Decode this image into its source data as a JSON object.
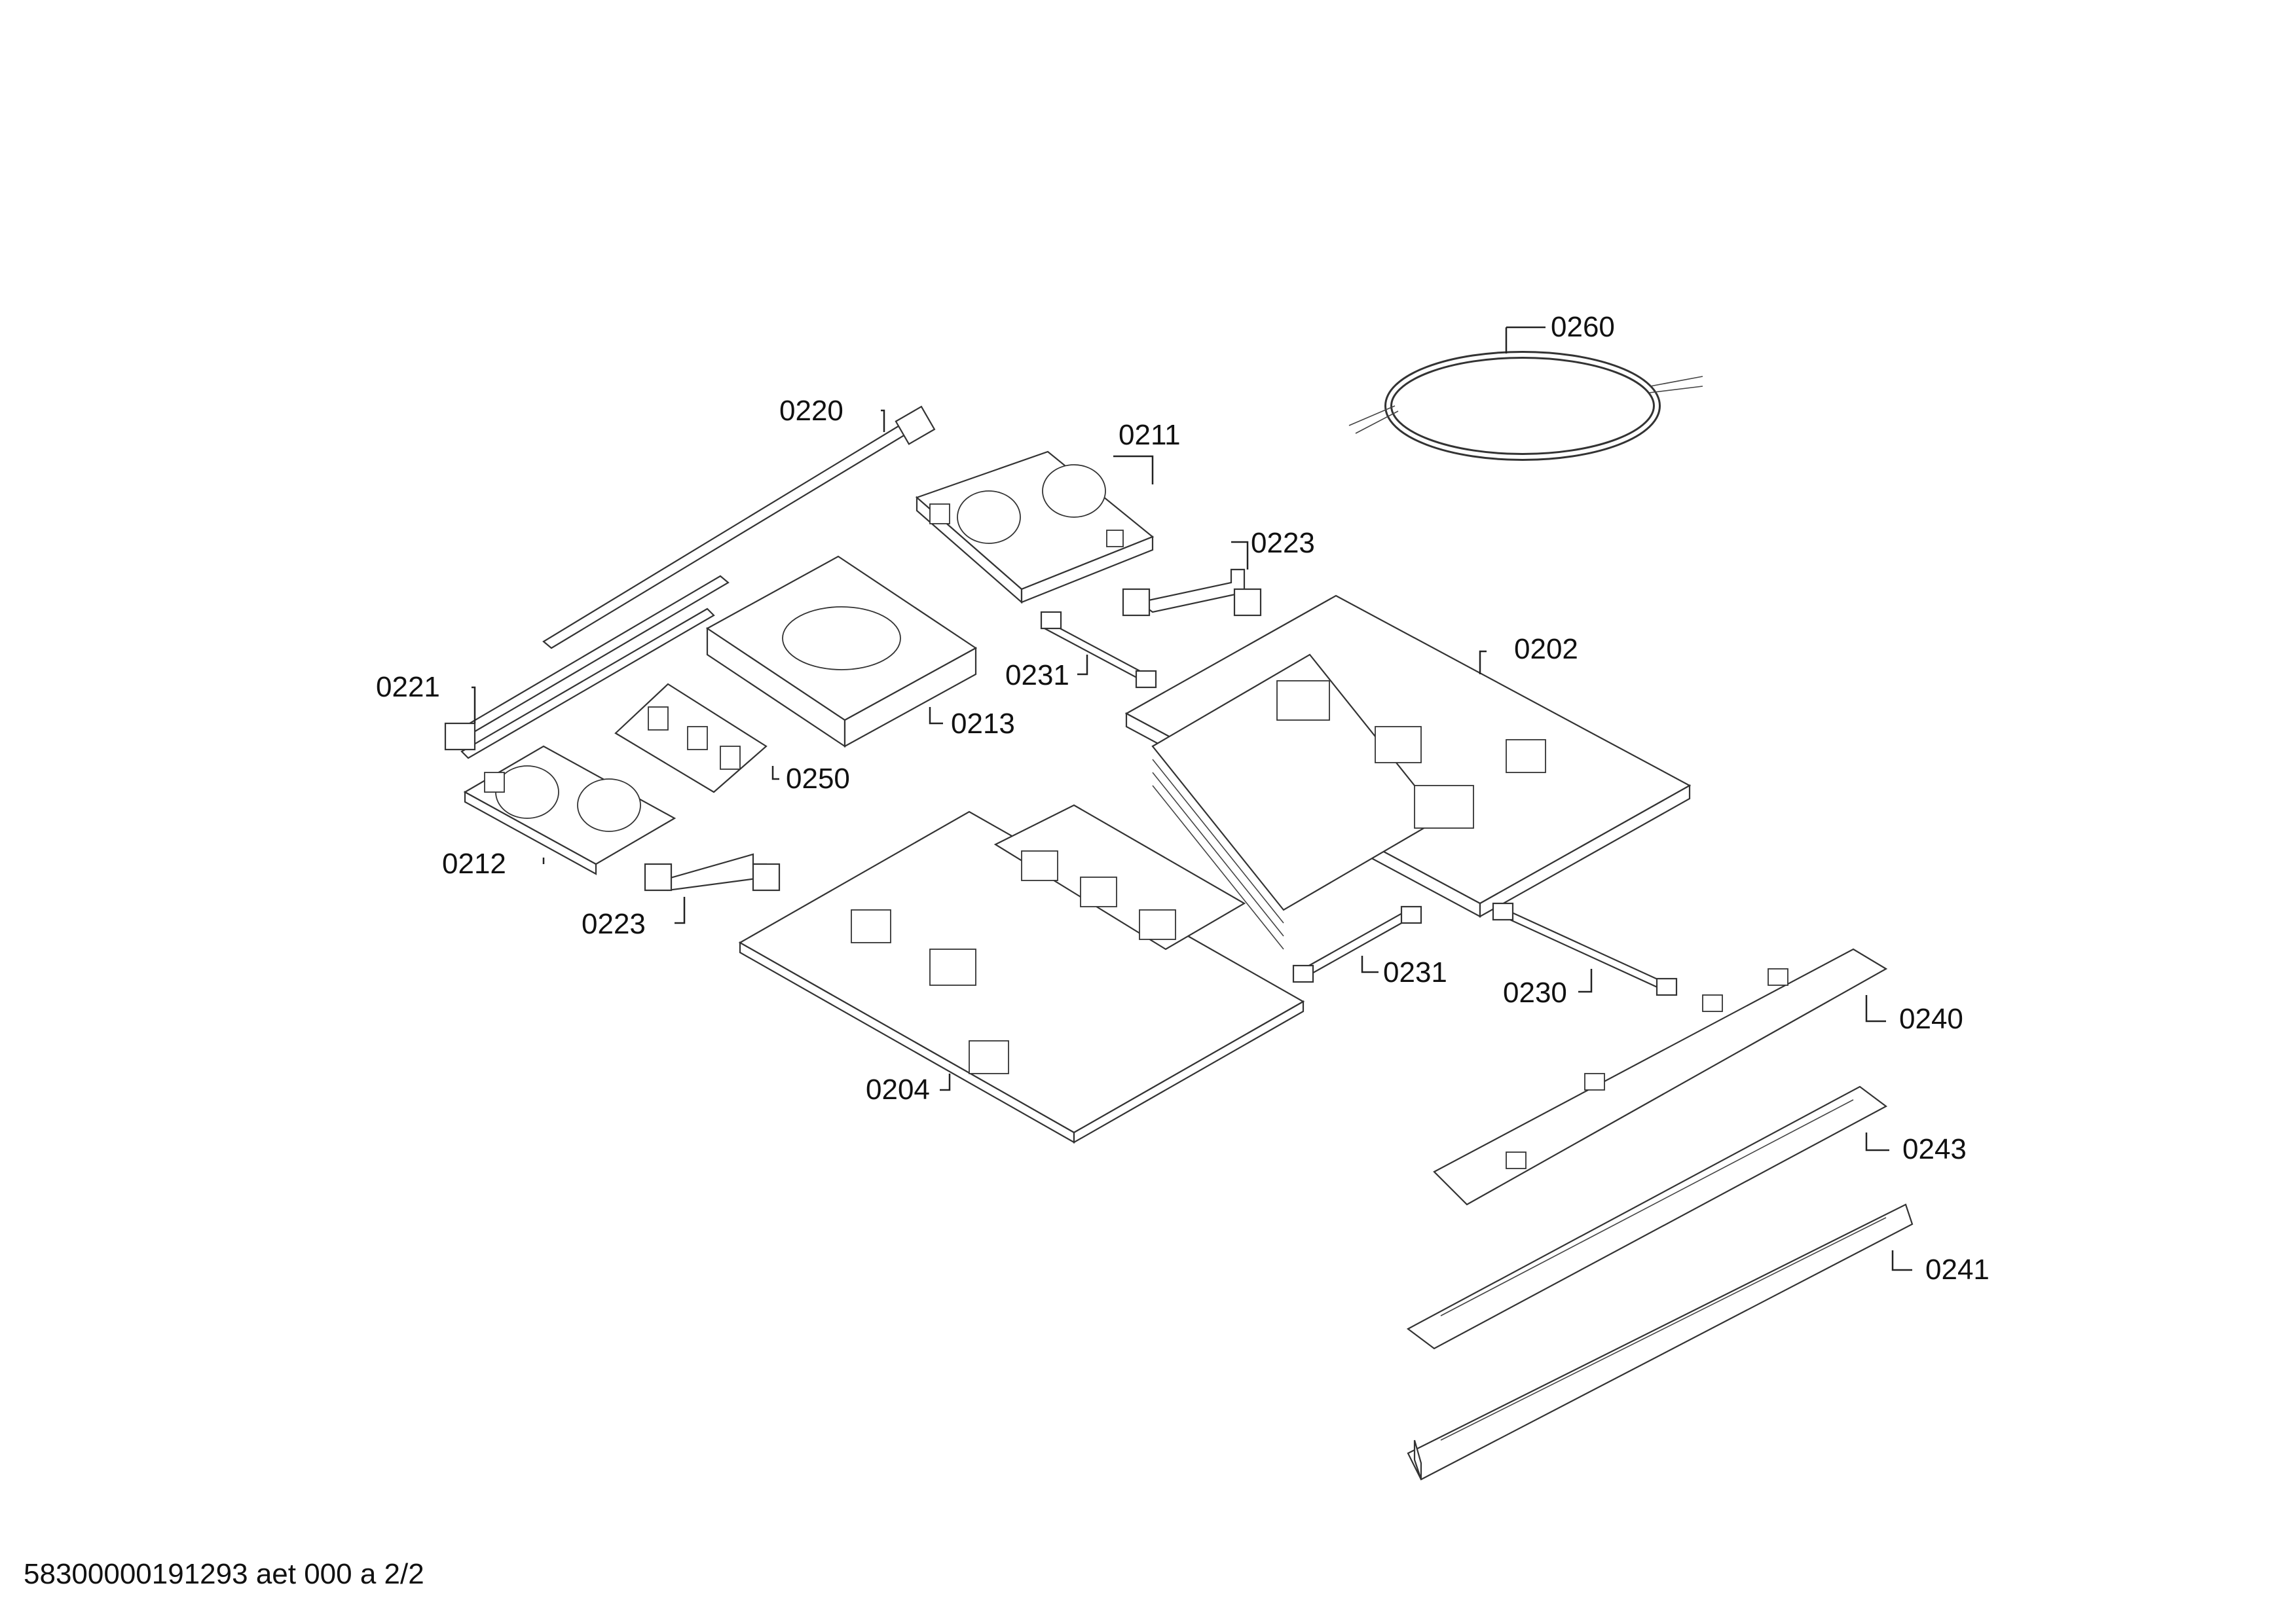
{
  "callouts": {
    "c0260": "0260",
    "c0220": "0220",
    "c0211": "0211",
    "c0223a": "0223",
    "c0202": "0202",
    "c0221": "0221",
    "c0231a": "0231",
    "c0213": "0213",
    "c0250": "0250",
    "c0212": "0212",
    "c0223b": "0223",
    "c0231b": "0231",
    "c0230": "0230",
    "c0240": "0240",
    "c0204": "0204",
    "c0243": "0243",
    "c0241": "0241"
  },
  "footer": "58300000191293 aet 000 a 2/2"
}
